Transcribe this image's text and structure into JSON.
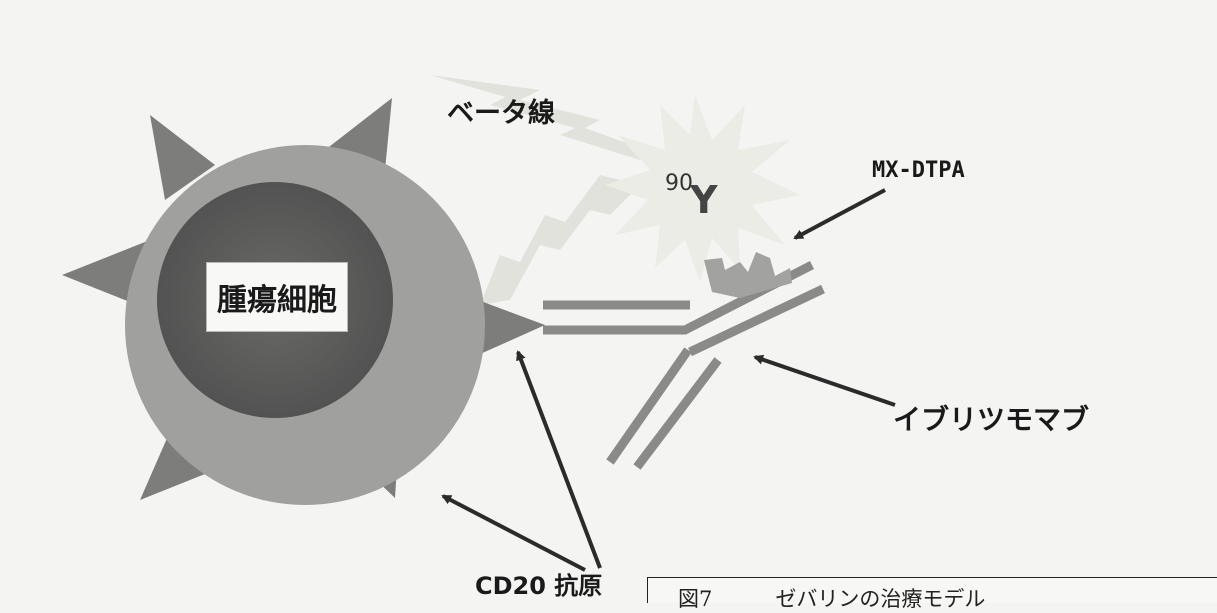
{
  "diagram": {
    "labels": {
      "beta": "ベータ線",
      "isotope_mass": "90",
      "isotope_symbol": "Y",
      "chelator": "MX-DTPA",
      "cell": "腫瘍細胞",
      "antibody": "イブリツモマブ",
      "antigen": "CD20 抗原"
    },
    "caption": "図7　　　ゼバリンの治療モデル",
    "colors": {
      "cell_outer": "#a0a09e",
      "cell_nucleus": "#5c5c5a",
      "spike": "#7d7d7b",
      "antibody": "#8a8a88",
      "burst": "#e9e9e4",
      "beam": "#e0e0db",
      "chelator": "#a2a2a0",
      "arrow": "#2b2b2b"
    }
  }
}
